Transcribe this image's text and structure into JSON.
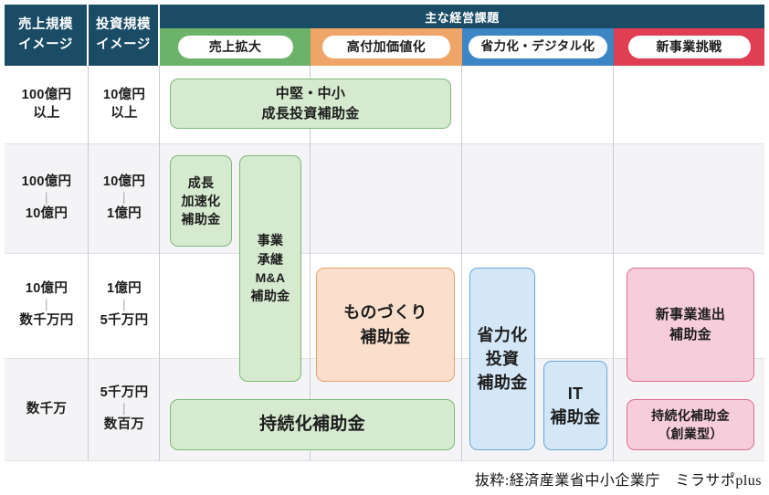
{
  "header": {
    "row_label_a_line1": "売上規模",
    "row_label_a_line2": "イメージ",
    "row_label_b_line1": "投資規模",
    "row_label_b_line2": "イメージ",
    "main_title": "主な経営課題",
    "categories": [
      {
        "label": "売上拡大",
        "color": "#6cb26a"
      },
      {
        "label": "高付加価値化",
        "color": "#f0a568"
      },
      {
        "label": "省力化・デジタル化",
        "color": "#3d86c6"
      },
      {
        "label": "新事業挑戦",
        "color": "#e03e53"
      }
    ]
  },
  "rows": [
    {
      "sales": {
        "line1": "100億円",
        "line2": "以上"
      },
      "invest": {
        "line1": "10億円",
        "line2": "以上"
      },
      "banded": false
    },
    {
      "sales": {
        "line1": "100億円",
        "dash": "｜",
        "line2": "10億円"
      },
      "invest": {
        "line1": "10億円",
        "dash": "｜",
        "line2": "1億円"
      },
      "banded": true
    },
    {
      "sales": {
        "line1": "10億円",
        "dash": "｜",
        "line2": "数千万円"
      },
      "invest": {
        "line1": "1億円",
        "dash": "｜",
        "line2": "5千万円"
      },
      "banded": false
    },
    {
      "sales": {
        "line1": "数千万"
      },
      "invest": {
        "line1": "5千万円",
        "dash": "｜",
        "line2": "数百万"
      },
      "banded": true
    }
  ],
  "boxes": [
    {
      "name": "chuken-chusho-seicho-toshi",
      "line1": "中堅・中小",
      "line2": "成長投資補助金",
      "color": "green"
    },
    {
      "name": "seicho-kasokuka",
      "line1": "成長",
      "line2": "加速化",
      "line3": "補助金",
      "color": "green"
    },
    {
      "name": "jigyo-shokei-ma",
      "line1": "事業",
      "line2": "承継",
      "line3": "M&A",
      "line4": "補助金",
      "color": "green"
    },
    {
      "name": "monodzukuri",
      "line1": "ものづくり",
      "line2": "補助金",
      "color": "orange"
    },
    {
      "name": "jizokuka",
      "line1": "持続化補助金",
      "color": "green"
    },
    {
      "name": "shoryokuka-toshi",
      "line1": "省力化",
      "line2": "投資",
      "line3": "補助金",
      "color": "blue"
    },
    {
      "name": "it-hojokin",
      "line1": "IT",
      "line2": "補助金",
      "color": "blue"
    },
    {
      "name": "shinjigyo-shinshutsu",
      "line1": "新事業進出",
      "line2": "補助金",
      "color": "pink"
    },
    {
      "name": "jizokuka-sogyogata",
      "line1": "持続化補助金",
      "line2": "（創業型）",
      "color": "pink"
    }
  ],
  "credit": "抜粋:経済産業省中小企業庁　ミラサポplus"
}
